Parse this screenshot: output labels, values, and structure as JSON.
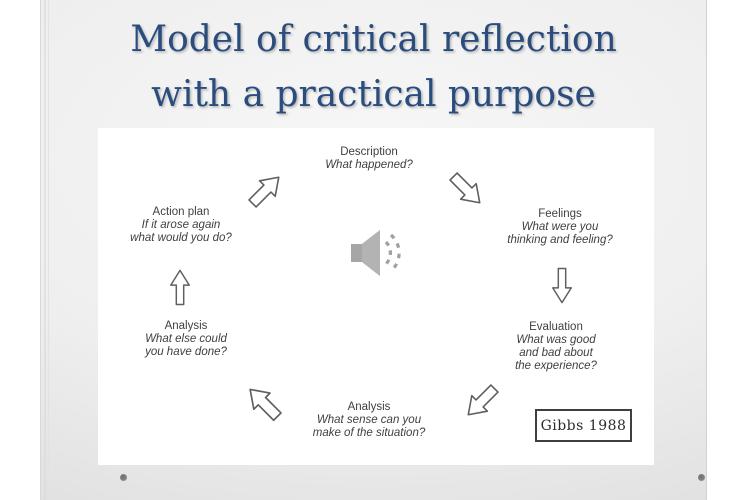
{
  "slide": {
    "title": {
      "line1": "Model of critical reflection",
      "line2": "with a practical purpose"
    },
    "citation": "Gibbs 1988"
  },
  "diagram": {
    "stages": [
      {
        "title": "Description",
        "question": "What happened?"
      },
      {
        "title": "Feelings",
        "question": "What were you\nthinking and feeling?"
      },
      {
        "title": "Evaluation",
        "question": "What was good\nand bad about\nthe experience?"
      },
      {
        "title": "Analysis",
        "question": "What sense can you\nmake of the situation?"
      },
      {
        "title": "Analysis",
        "question": "What else could\nyou have done?"
      },
      {
        "title": "Action plan",
        "question": "If it arose again\nwhat would you do?"
      }
    ],
    "audio_icon": "speaker"
  },
  "colors": {
    "title_text": "#2b4d7e",
    "diagram_text": "#3f3f3f",
    "arrow_outline": "#5f5f5f",
    "speaker_gray": "#a6a6a6",
    "card_background": "#ececec"
  }
}
